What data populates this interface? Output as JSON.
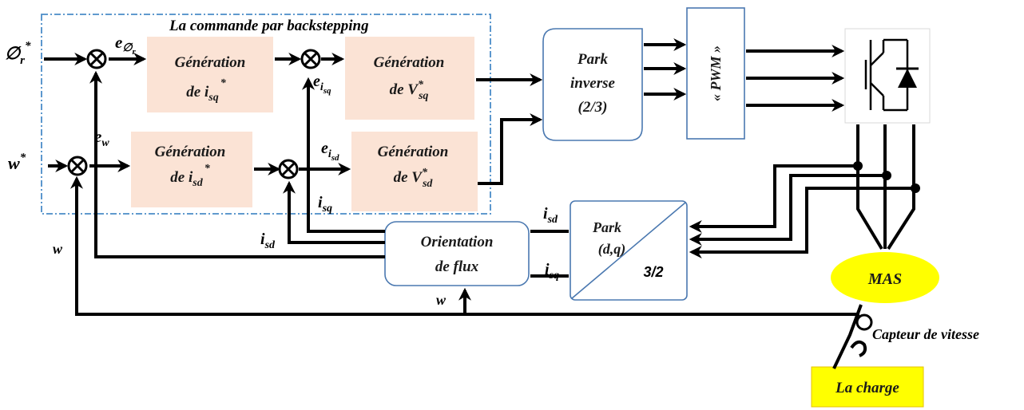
{
  "title": "La commande par  backstepping",
  "blocks": {
    "gen_isq": {
      "line1": "Génération",
      "line2_prefix": "de  ",
      "var": "i",
      "sub": "sq",
      "sup": "*"
    },
    "gen_vsq": {
      "line1": "Génération",
      "line2_prefix": "de ",
      "var": "V",
      "sub": "sq",
      "sup": "*"
    },
    "gen_isd": {
      "line1": "Génération",
      "line2_prefix": "de ",
      "var": "i",
      "sub": "sd",
      "sup": "*"
    },
    "gen_vsd": {
      "line1": "Génération",
      "line2_prefix": "de ",
      "var": "V",
      "sub": "sd",
      "sup": "*"
    },
    "park_inv": {
      "line1": "Park",
      "line2": "inverse",
      "line3": "(2/3)"
    },
    "pwm": "« PWM »",
    "orientation": {
      "line1": "Orientation",
      "line2": "de flux"
    },
    "park": {
      "line1": "Park",
      "line2": "(d,q)",
      "ratio": "3/2"
    },
    "mas": "MAS",
    "charge": "La charge",
    "capteur": "Capteur de vitesse"
  },
  "labels": {
    "phi_ref": {
      "sym": "∅",
      "sub": "r",
      "sup": "*"
    },
    "w_ref": {
      "sym": "w",
      "sup": "*"
    },
    "e_phi": {
      "sym": "e",
      "sub": "∅",
      "subsub": "r"
    },
    "e_w": {
      "sym": "e",
      "sub": "w"
    },
    "e_isq": {
      "sym": "e",
      "sub": "i",
      "subsub": "sq"
    },
    "e_isd": {
      "sym": "e",
      "sub": "i",
      "subsub": "sd"
    },
    "isq_fb": {
      "sym": "i",
      "sub": "sq"
    },
    "isd_fb": {
      "sym": "i",
      "sub": "sd"
    },
    "isd_park": {
      "sym": "i",
      "sub": "sd"
    },
    "isq_park": {
      "sym": "i",
      "sub": "sq"
    },
    "w_left": "w",
    "w_bottom": "w"
  },
  "colors": {
    "gen_fill": "#fbe3d5",
    "box_stroke": "#4a78b0",
    "mas_fill": "#ffff00",
    "charge_fill": "#ffff00",
    "dash": "#4a8cc8"
  }
}
